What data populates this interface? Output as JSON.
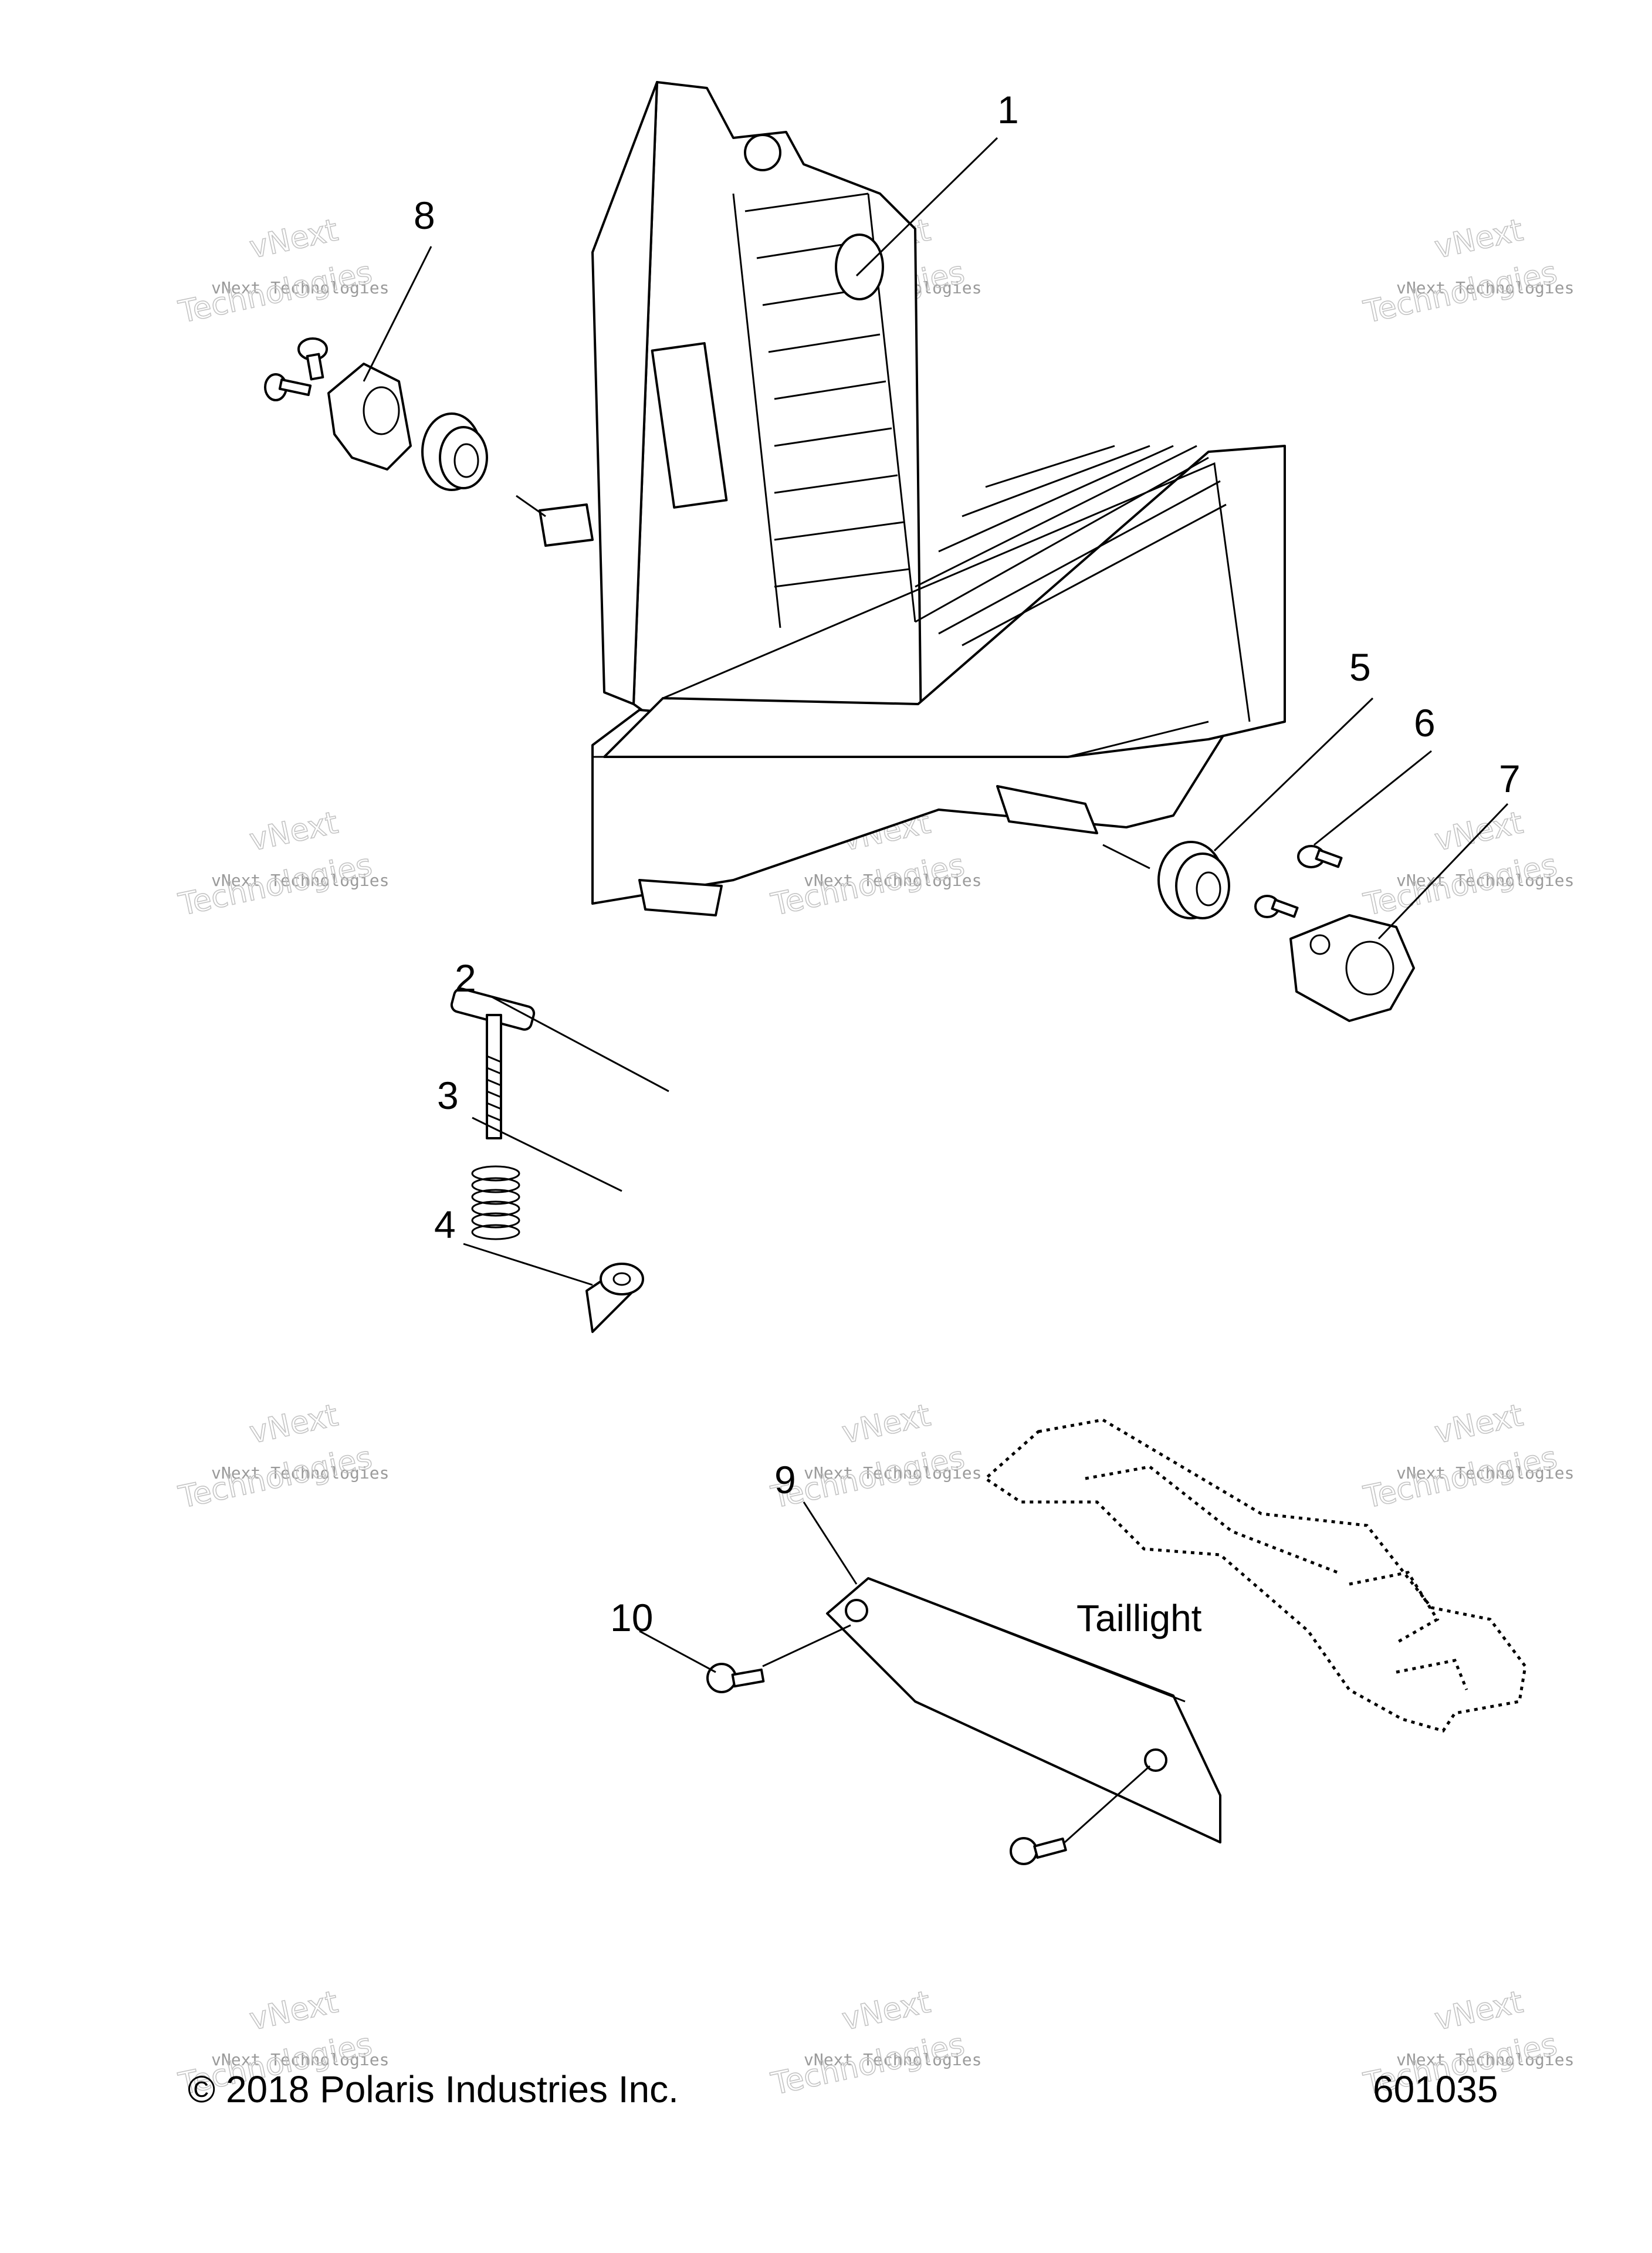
{
  "callouts": [
    {
      "num": "1"
    },
    {
      "num": "2"
    },
    {
      "num": "3"
    },
    {
      "num": "4"
    },
    {
      "num": "5"
    },
    {
      "num": "6"
    },
    {
      "num": "7"
    },
    {
      "num": "8"
    },
    {
      "num": "9"
    },
    {
      "num": "10"
    }
  ],
  "labels": {
    "taillight": "Taillight"
  },
  "footer": {
    "copyright": "© 2018 Polaris Industries Inc.",
    "diagram_number": "601035"
  },
  "watermark": {
    "line1": "vNext Technologies",
    "line2": "vNext",
    "line3": "Technologies"
  }
}
